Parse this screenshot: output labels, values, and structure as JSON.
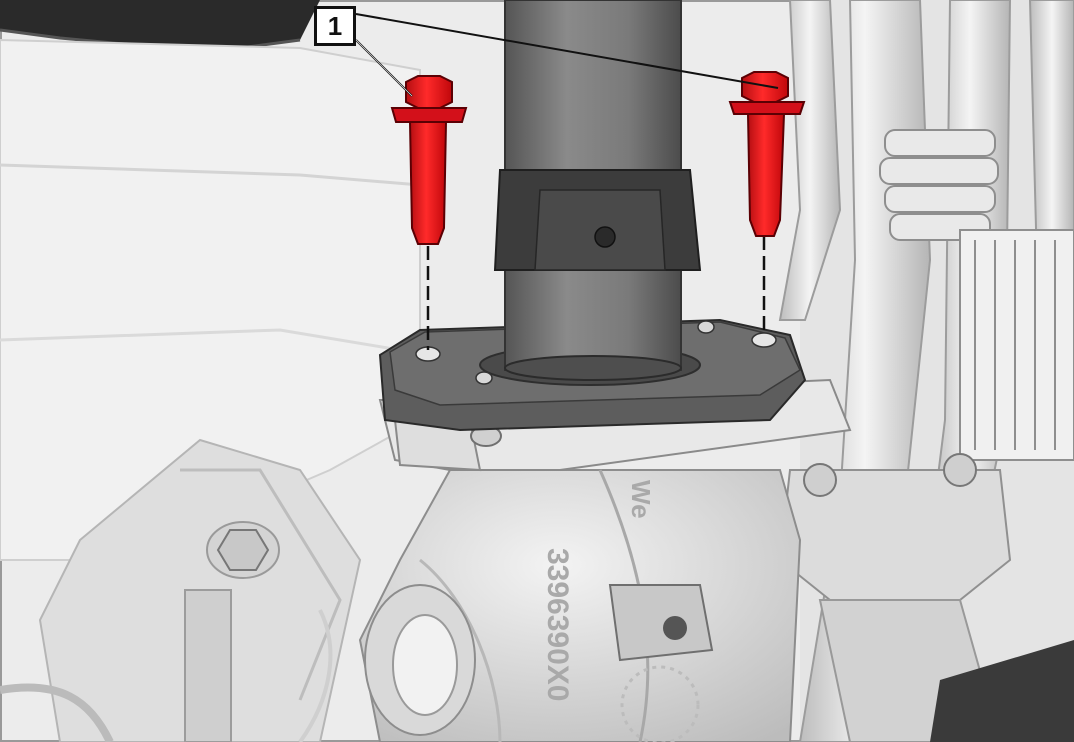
{
  "callout": {
    "number": "1"
  },
  "casting_marks": {
    "part_number": "3396390X0",
    "code": "We"
  },
  "colors": {
    "highlight_red": "#e8171b",
    "bg_light": "#ececec",
    "metal_light": "#e6e6e6",
    "tube_dark": "#6d6d6d",
    "outline": "#1a1a1a"
  },
  "icons": {
    "bolt_left": "flange-bolt-icon",
    "bolt_right": "flange-bolt-icon"
  }
}
